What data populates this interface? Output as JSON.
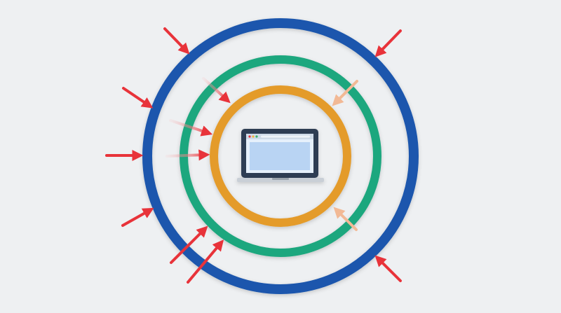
{
  "diagram": {
    "type": "concentric-defense-layers",
    "center_icon": "laptop-icon",
    "rings": [
      {
        "name": "outer-ring",
        "color": "#1a57ad"
      },
      {
        "name": "middle-ring",
        "color": "#1fa77e"
      },
      {
        "name": "inner-ring",
        "color": "#e49b2c"
      }
    ],
    "threat_arrows": {
      "icon": "arrow-icon",
      "color": "#e8333a",
      "faded_inside_color": "#f2b995",
      "outer_count": 9,
      "passing_outer_count": 4,
      "blocked_at_inner_count": 2
    }
  }
}
